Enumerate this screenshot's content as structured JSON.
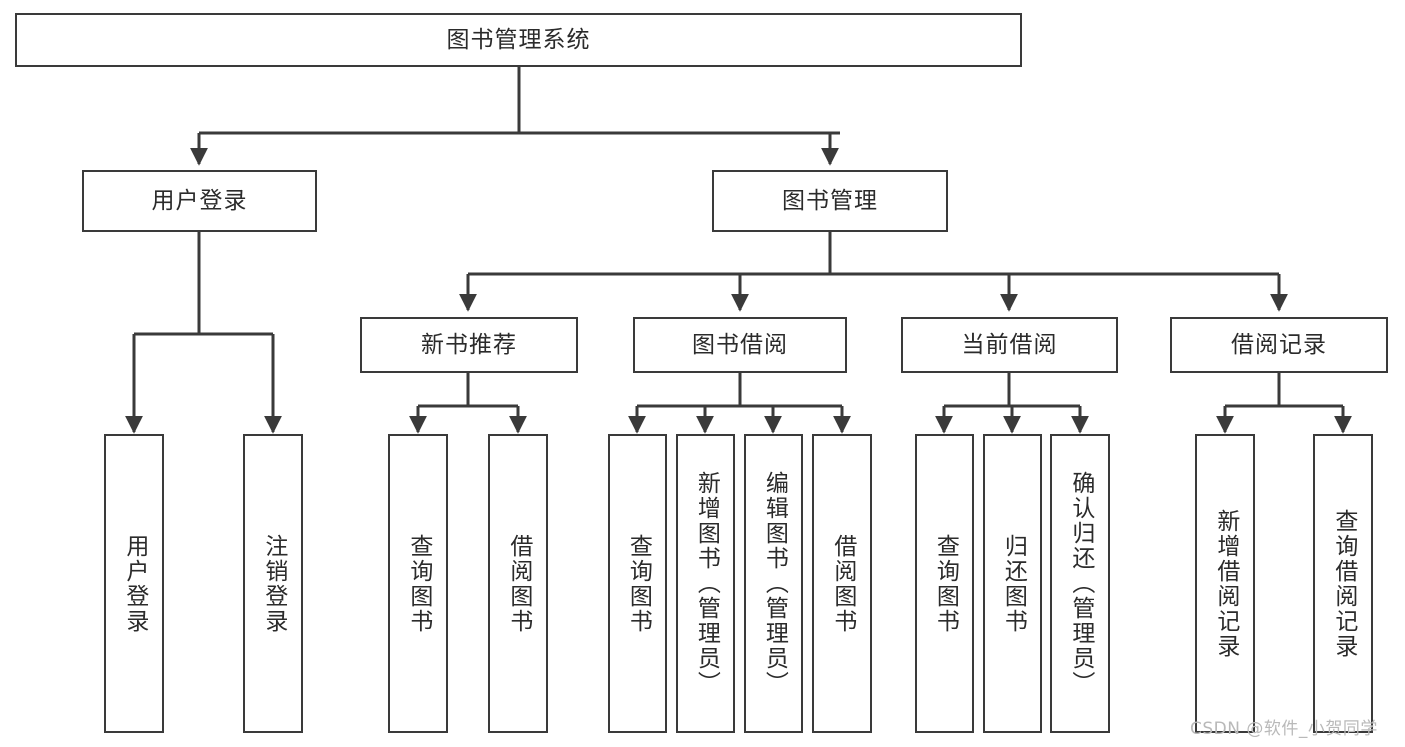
{
  "diagram": {
    "title": "图书管理系统",
    "type": "hierarchy-tree",
    "background_color": "#ffffff",
    "box_border_color": "#3a3a3a",
    "text_color": "#2b2b2b",
    "root": {
      "label": "图书管理系统"
    },
    "level2": [
      {
        "label": "用户登录"
      },
      {
        "label": "图书管理"
      }
    ],
    "level3": [
      {
        "label": "新书推荐"
      },
      {
        "label": "图书借阅"
      },
      {
        "label": "当前借阅"
      },
      {
        "label": "借阅记录"
      }
    ],
    "leaves": {
      "user_login": [
        {
          "label": "用户登录"
        },
        {
          "label": "注销登录"
        }
      ],
      "new_book_recommend": [
        {
          "label": "查询图书"
        },
        {
          "label": "借阅图书"
        }
      ],
      "book_borrow": [
        {
          "label": "查询图书"
        },
        {
          "label": "新增图书（管理员）"
        },
        {
          "label": "编辑图书（管理员）"
        },
        {
          "label": "借阅图书"
        }
      ],
      "current_borrow": [
        {
          "label": "查询图书"
        },
        {
          "label": "归还图书"
        },
        {
          "label": "确认归还（管理员）"
        }
      ],
      "borrow_record": [
        {
          "label": "新增借阅记录"
        },
        {
          "label": "查询借阅记录"
        }
      ]
    }
  },
  "watermark": {
    "text": "CSDN @软件_小贺同学"
  }
}
